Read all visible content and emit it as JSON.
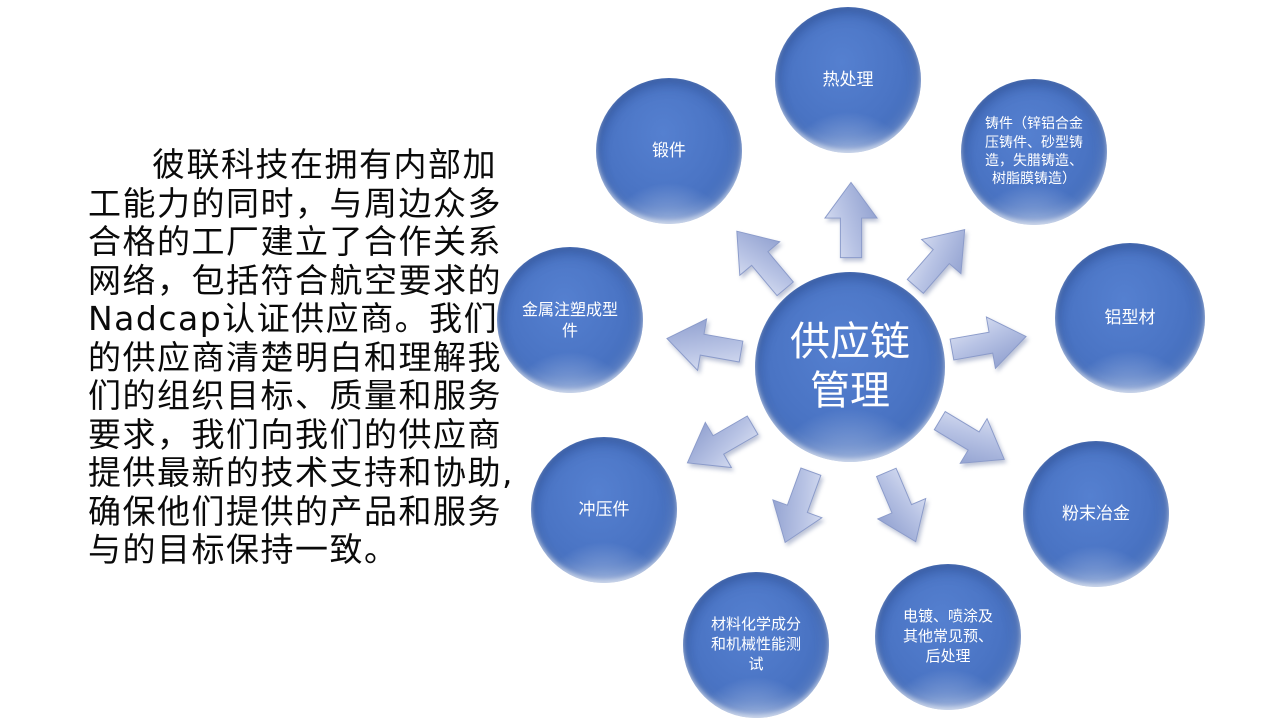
{
  "intro": {
    "lines": [
      "彼联科技在拥有内部加",
      "工能力的同时，与周边众多",
      "合格的工厂建立了合作关系",
      "网络，包括符合航空要求的",
      "Nadcap认证供应商。我们",
      "的供应商清楚明白和理解我",
      "们的组织目标、质量和服务",
      "要求，我们向我们的供应商",
      "提供最新的技术支持和协助,",
      "确保他们提供的产品和服务",
      "与的目标保持一致。"
    ],
    "full_text": "彼联科技在拥有内部加工能力的同时，与周边众多合格的工厂建立了合作关系网络，包括符合航空要求的Nadcap认证供应商。我们的供应商清楚明白和理解我们的组织目标、质量和服务要求，我们向我们的供应商提供最新的技术支持和协助,确保他们提供的产品和服务与的目标保持一致。"
  },
  "diagram": {
    "center": {
      "label": "供应链管理",
      "lines": [
        "供应链",
        "管理"
      ]
    },
    "satellites": [
      {
        "id": "heat-treatment",
        "label": "热处理"
      },
      {
        "id": "castings",
        "label": "铸件（锌铝合金压铸件、砂型铸造，失腊铸造、树脂膜铸造）"
      },
      {
        "id": "aluminum-profiles",
        "label": "铝型材"
      },
      {
        "id": "powder-metallurgy",
        "label": "粉末冶金"
      },
      {
        "id": "plating-spraying",
        "label": "电镀、喷涂及其他常见预、后处理"
      },
      {
        "id": "material-testing",
        "label": "材料化学成分和机械性能测试"
      },
      {
        "id": "stamping-parts",
        "label": "冲压件"
      },
      {
        "id": "metal-injection-molding",
        "label": "金属注塑成型件"
      },
      {
        "id": "forgings",
        "label": "锻件"
      }
    ],
    "colors": {
      "circle_fill": "#4A74C4",
      "circle_fill_dark": "#3C65B0",
      "circle_fill_light": "#5580D0",
      "arrow_fill": "#B6C1E3",
      "arrow_fill_light": "#DFE4F4",
      "node_text": "#FFFFFF",
      "paragraph_text": "#0A0A0A",
      "background": "#FFFFFF"
    }
  }
}
